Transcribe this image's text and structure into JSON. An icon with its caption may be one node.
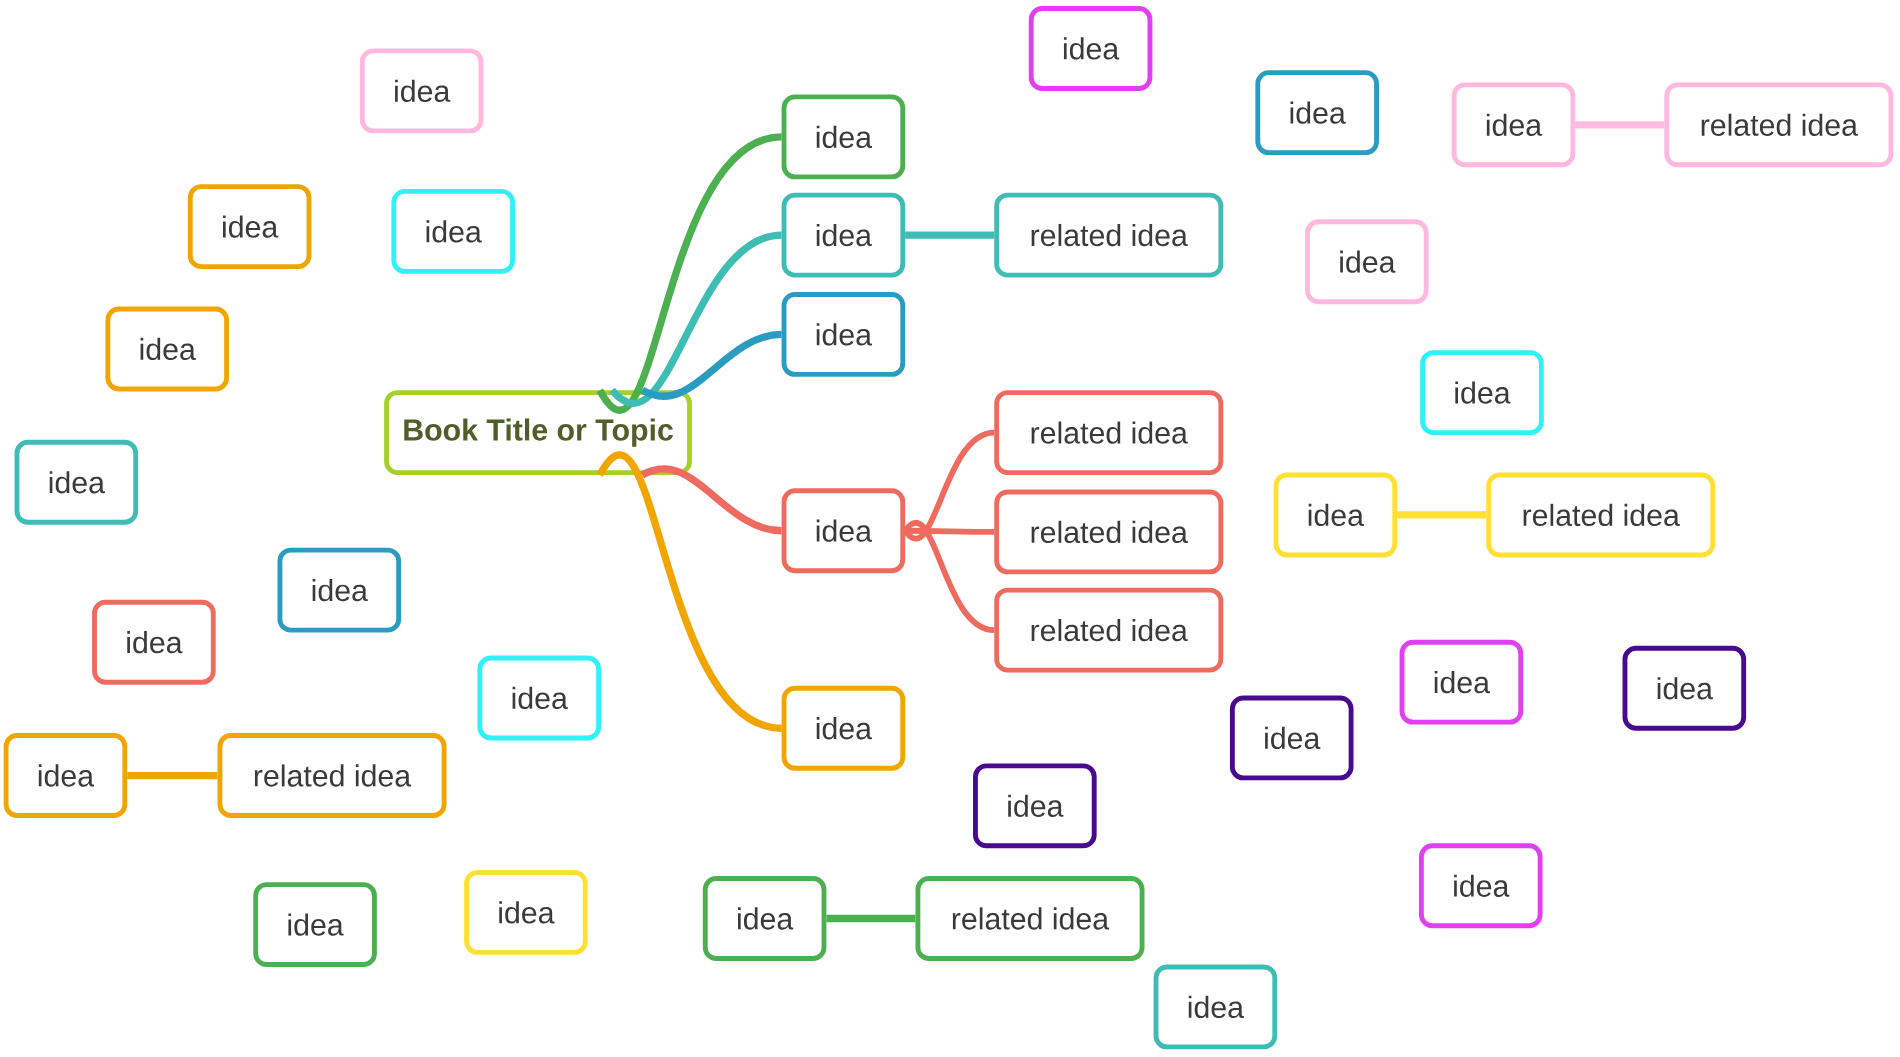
{
  "diagram": {
    "nodes": [
      {
        "text": [
          "Book Title or Topic"
        ]
      },
      {
        "text": [
          "idea"
        ]
      },
      {
        "text": [
          "idea"
        ]
      },
      {
        "text": [
          "idea"
        ]
      },
      {
        "text": [
          "idea"
        ]
      },
      {
        "text": [
          "idea"
        ]
      },
      {
        "text": [
          "related idea"
        ]
      },
      {
        "text": [
          "idea"
        ]
      },
      {
        "text": [
          "idea"
        ]
      },
      {
        "text": [
          "idea"
        ]
      },
      {
        "text": [
          "related idea"
        ]
      },
      {
        "text": [
          "idea"
        ]
      },
      {
        "text": [
          "idea"
        ]
      },
      {
        "text": [
          "idea"
        ]
      },
      {
        "text": [
          "idea"
        ]
      },
      {
        "text": [
          "related idea"
        ]
      },
      {
        "text": [
          "idea"
        ]
      },
      {
        "text": [
          "idea"
        ]
      },
      {
        "text": [
          "related idea"
        ]
      },
      {
        "text": [
          "idea"
        ]
      },
      {
        "text": [
          "related idea"
        ]
      },
      {
        "text": [
          "idea"
        ]
      },
      {
        "text": [
          "related idea"
        ]
      },
      {
        "text": [
          "idea"
        ]
      },
      {
        "text": [
          "idea"
        ]
      },
      {
        "text": [
          "idea"
        ]
      },
      {
        "text": [
          "idea"
        ]
      },
      {
        "text": [
          "idea"
        ]
      },
      {
        "text": [
          "idea"
        ]
      },
      {
        "text": [
          "idea"
        ]
      },
      {
        "text": [
          "related idea"
        ]
      },
      {
        "text": [
          "idea"
        ]
      },
      {
        "text": [
          "idea"
        ]
      },
      {
        "text": [
          "idea"
        ]
      },
      {
        "text": [
          "idea"
        ]
      },
      {
        "text": [
          "idea"
        ]
      },
      {
        "text": [
          "related idea"
        ]
      },
      {
        "text": [
          "idea"
        ]
      }
    ],
    "edges": [
      {
        "from": 0,
        "to": 3,
        "arrow": "none",
        "color": "#4caf50"
      },
      {
        "from": 0,
        "to": 9,
        "arrow": "none",
        "color": "#3dbdb3"
      },
      {
        "from": 0,
        "to": 12,
        "arrow": "none",
        "color": "#2b9cc1"
      },
      {
        "from": 0,
        "to": 19,
        "arrow": "none",
        "color": "#ef6b5f"
      },
      {
        "from": 0,
        "to": 27,
        "arrow": "none",
        "color": "#f0a500"
      },
      {
        "from": 5,
        "to": 6,
        "arrow": "none",
        "color": "#ffbadf"
      },
      {
        "from": 9,
        "to": 10,
        "arrow": "none",
        "color": "#3dbdb3"
      },
      {
        "from": 19,
        "to": 15,
        "arrow": "none",
        "color": "#ef6b5f"
      },
      {
        "from": 19,
        "to": 20,
        "arrow": "none",
        "color": "#ef6b5f"
      },
      {
        "from": 19,
        "to": 22,
        "arrow": "none",
        "color": "#ef6b5f"
      },
      {
        "from": 17,
        "to": 18,
        "arrow": "none",
        "color": "#ffe033"
      },
      {
        "from": 29,
        "to": 30,
        "arrow": "none",
        "color": "#f0a500"
      },
      {
        "from": 35,
        "to": 36,
        "arrow": "none",
        "color": "#4caf50"
      }
    ]
  }
}
